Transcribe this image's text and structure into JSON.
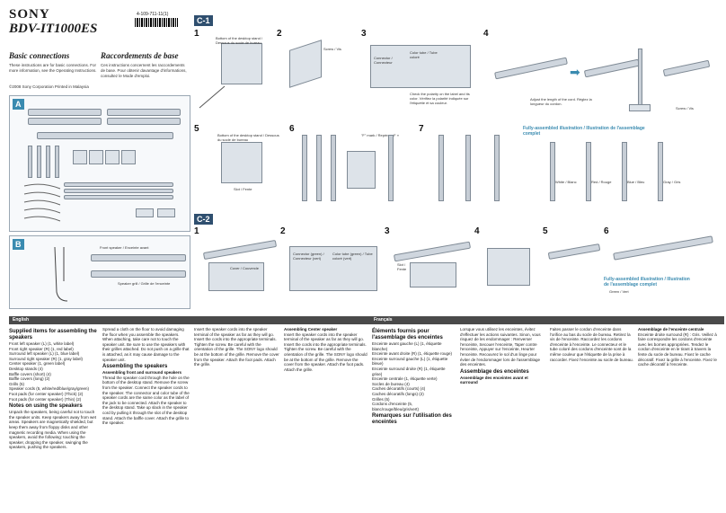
{
  "header": {
    "brand": "SONY",
    "model": "BDV-IT1000ES",
    "part_number": "4-109-711-11(1)",
    "title_en": "Basic connections",
    "title_fr": "Raccordements de base",
    "intro_en": "These instructions are for basic connections. For more information, see the Operating Instructions.",
    "intro_fr": "Ces instructions concernent les raccordements de base. Pour obtenir davantage d'informations, consultez le Mode d'emploi.",
    "copyright": "©2008 Sony Corporation   Printed in Malaysia"
  },
  "sections": {
    "a": "A",
    "b": "B",
    "c1": "C-1",
    "c2": "C-2"
  },
  "figures": {
    "b_label_front": "Front speaker / Enceinte avant",
    "b_label_grille": "Speaker grill / Grille de l'enceinte",
    "c1_s1_caption": "Bottom of the desktop stand / Dessous du socle de bureau",
    "c1_s2_caption": "Screw / Vis",
    "c1_s3_caption_a": "Connector / Connecteur",
    "c1_s3_caption_b": "Color tube / Tube coloré",
    "c1_s3_note": "Check the polarity on the label and its color. Vérifiez la polarité indiquée sur l'étiquette et sa couleur.",
    "c1_s4_caption": "Adjust the length of the cord. Réglez la longueur du cordon.",
    "c1_s4_screw": "Screw / Vis",
    "c1_s5_caption": "Bottom of the desktop stand / Dessous du socle de bureau",
    "c1_s5_slot": "Slot / Fente",
    "c1_s6_mark": "\"F\" mark / Repère « F »",
    "fully_assembled": "Fully-assembled illustration / Illustration de l'assemblage complet",
    "colors": [
      "White / Blanc",
      "Red / Rouge",
      "Blue / Bleu",
      "Gray / Gris"
    ],
    "c2_s1_caption": "Cover / Couvercle",
    "c2_s2_caption": "Connector (green) / Connecteur (vert)",
    "c2_s2_tube": "Color tube (green) / Tube coloré (vert)",
    "c2_s3_slot": "Slot / Fente",
    "c2_fully": "Fully-assembled illustration / Illustration de l'assemblage complet",
    "c2_green": "Green / Vert"
  },
  "steps": [
    "1",
    "2",
    "3",
    "4",
    "5",
    "6",
    "7"
  ],
  "english": {
    "lang": "English",
    "sec_a": "Supplied items for assembling the speakers",
    "items": [
      "Front left speaker (L) (1, white label)",
      "Front right speaker (R) (1, red label)",
      "Surround left speaker (L) (1, blue label)",
      "Surround right speaker (R) (1, gray label)",
      "Center speaker (1, green label)",
      "Desktop stands (4)",
      "Baffle covers (short) (4)",
      "Baffle covers (long) (2)",
      "Grills (5)",
      "Speaker cords (5, white/red/blue/gray/green)",
      "Foot pads (for center speaker) (Thick) (2)",
      "Foot pads (for center speaker) (Thin) (2)"
    ],
    "sec_b": "Notes on using the speakers",
    "sec_c": "Assembling the speakers",
    "sub_c1": "Assembling front and surround speakers",
    "sub_c2": "Assembling Center speaker",
    "body1": "Unpack the speakers, being careful not to touch the speaker units. Keep speakers away from wet areas. Speakers are magnetically shielded, but keep them away from floppy disks and other magnetic recording media. When using the speakers, avoid the following: touching the speaker, dropping the speaker, swinging the speakers, pushing the speakers.",
    "body2": "Spread a cloth on the floor to avoid damaging the floor when you assemble the speakers. When attaching, take care not to touch the speaker unit. Be sure to use the speakers with their grilles attached. Do not push on a grille that is attached, as it may cause damage to the speaker unit.",
    "body3": "Thread the speaker cord through the hole on the bottom of the desktop stand. Remove the screw from the speaker. Connect the speaker cords to the speaker. The connector and color tube of the speaker cords are the same color as the label of the jack to be connected. Attach the speaker to the desktop stand. Take up slack in the speaker cord by pulling it through the slot of the desktop stand. Attach the baffle cover. Attach the grille to the speaker.",
    "body4": "Insert the speaker cords into the speaker terminal of the speaker as far as they will go. Insert the cords into the appropriate terminals. Tighten the screw. Be careful with the orientation of the grille. The SONY logo should be at the bottom of the grille. Remove the cover from the speaker. Attach the foot pads. Attach the grille."
  },
  "french": {
    "lang": "Français",
    "sec_a": "Éléments fournis pour l'assemblage des enceintes",
    "items": [
      "Enceinte avant gauche (L) (1, étiquette blanche)",
      "Enceinte avant droite (R) (1, étiquette rouge)",
      "Enceinte surround gauche (L) (1, étiquette bleue)",
      "Enceinte surround droite (R) (1, étiquette grise)",
      "Enceinte centrale (1, étiquette verte)",
      "Socles de bureau (4)",
      "Caches décoratifs (courts) (4)",
      "Caches décoratifs (longs) (2)",
      "Grilles (5)",
      "Cordons d'enceinte (5, blanc/rouge/bleu/gris/vert)"
    ],
    "sec_b": "Remarques sur l'utilisation des enceintes",
    "sec_c": "Assemblage des enceintes",
    "sub_c1": "Assemblage des enceintes avant et surround",
    "sub_c2": "Assemblage de l'enceinte centrale",
    "body1": "Lorsque vous utilisez les enceintes, évitez d'effectuer les actions suivantes. Sinon, vous risquez de les endommager : Renverser l'enceinte, Secouer l'enceinte, Taper contre l'enceinte, Appuyer sur l'enceinte, Heurter l'enceinte. Recouvrez le sol d'un linge pour éviter de l'endommager lors de l'assemblage des enceintes.",
    "body2": "Faites passer le cordon d'enceinte dans l'orifice au bas du socle de bureau. Retirez la vis de l'enceinte. Raccordez les cordons d'enceinte à l'enceinte. Le connecteur et le tube coloré des cordons d'enceinte sont de la même couleur que l'étiquette de la prise à raccorder. Fixez l'enceinte au socle de bureau.",
    "body3": "Enceinte droite surround (R) : Gris. Veillez à faire correspondre les cordons d'enceinte avec les bornes appropriées. Tendez le cordon d'enceinte en le tirant à travers la fente du socle de bureau. Fixez le cache décoratif. Fixez la grille à l'enceinte. Fixez le cache décoratif à l'enceinte."
  }
}
